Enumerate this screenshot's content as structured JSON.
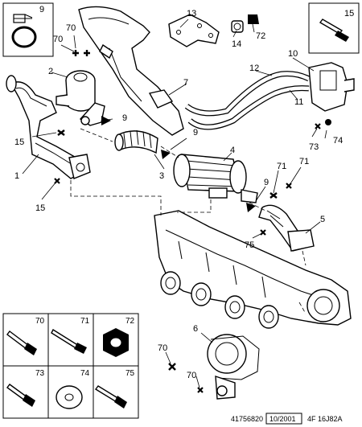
{
  "callouts": {
    "c1": "1",
    "c2": "2",
    "c3": "3",
    "c4": "4",
    "c5": "5",
    "c6": "6",
    "c7": "7",
    "c9a": "9",
    "c9b": "9",
    "c9c": "9",
    "c9d": "9",
    "c10": "10",
    "c11": "11",
    "c12": "12",
    "c13": "13",
    "c14": "14",
    "c15a": "15",
    "c15b": "15",
    "c15c": "15",
    "c70a": "70",
    "c70b": "70",
    "c70c": "70",
    "c70d": "70",
    "c71a": "71",
    "c71b": "71",
    "c72": "72",
    "c73": "73",
    "c74": "74",
    "c75": "75"
  },
  "legend": {
    "b70": "70",
    "b71": "71",
    "b72": "72",
    "b73": "73",
    "b74": "74",
    "b75": "75"
  },
  "footer": {
    "ref": "41756820",
    "date": "10/2001",
    "code": "4F 16J82A"
  }
}
